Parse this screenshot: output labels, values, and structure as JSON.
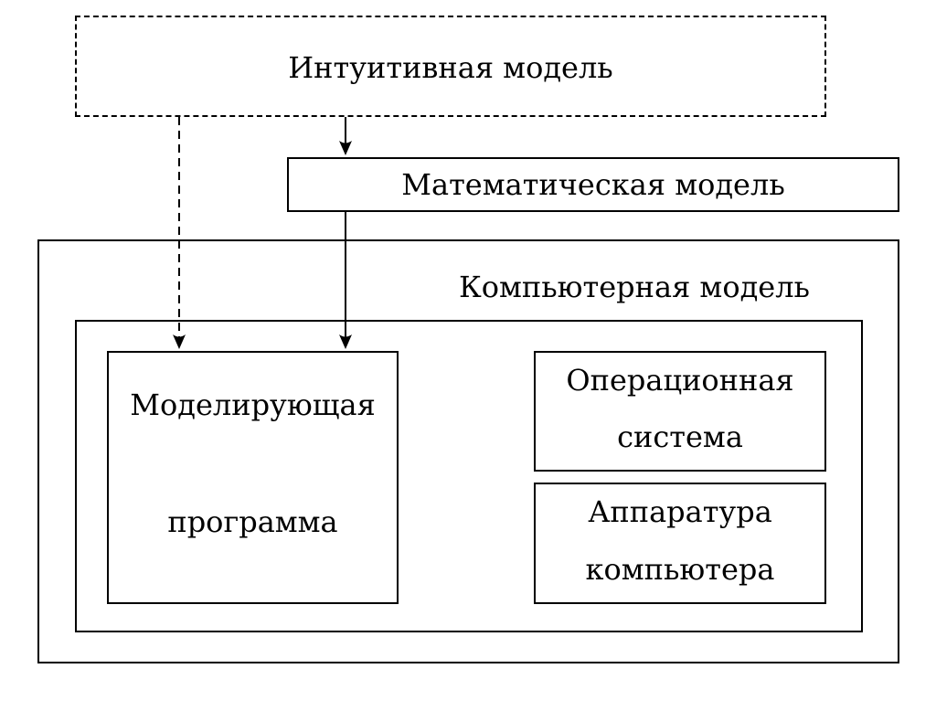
{
  "diagram": {
    "intuitive_model": "Интуитивная модель",
    "math_model": "Математическая модель",
    "computer_model": "Компьютерная модель",
    "modeling_program": {
      "line1": "Моделирующая",
      "line2": "программа"
    },
    "operating_system": {
      "line1": "Операционная",
      "line2": "система"
    },
    "hardware": {
      "line1": "Аппаратура",
      "line2": "компьютера"
    }
  }
}
